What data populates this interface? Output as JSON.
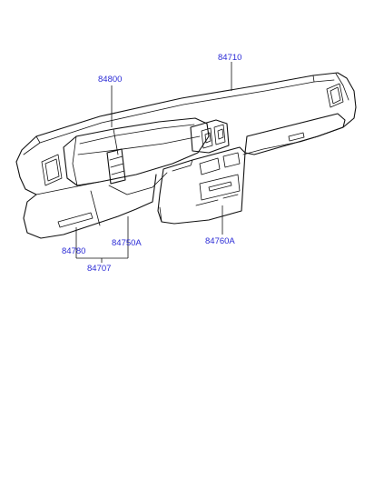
{
  "part_labels": {
    "pad": "84800",
    "crash_pad": "84710",
    "lower_panel_left": "84780",
    "lower_panel_center": "84750A",
    "assembly": "84707",
    "center_facia": "84760A"
  },
  "colors": {
    "label": "#2b2bd6",
    "line": "#111111",
    "background": "#ffffff"
  }
}
